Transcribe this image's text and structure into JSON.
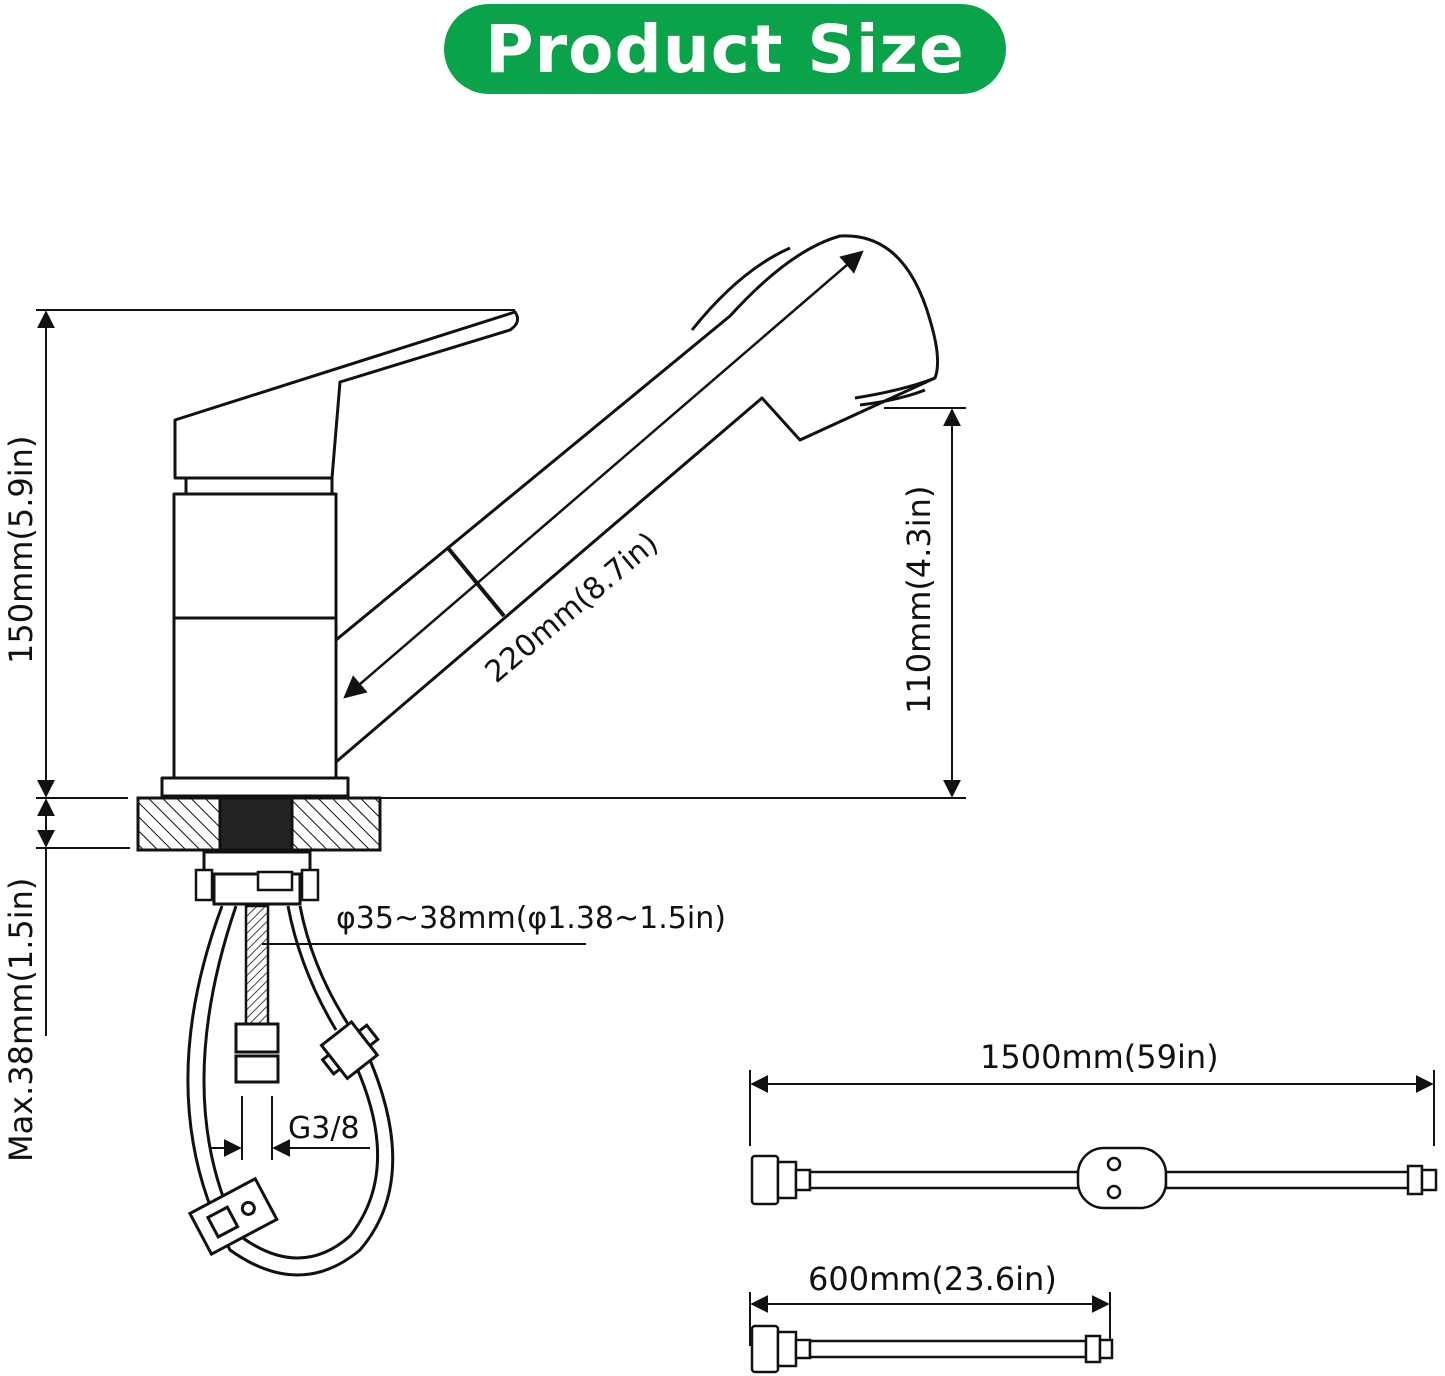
{
  "title": "Product Size",
  "colors": {
    "title_bg": "#0aa34a",
    "title_text": "#ffffff",
    "line": "#111111"
  },
  "dimensions": {
    "total_height": "150mm(5.9in)",
    "spout_length": "220mm(8.7in)",
    "spout_height": "110mm(4.3in)",
    "max_deck_thickness": "Max.38mm(1.5in)",
    "hole_diameter": "φ35~38mm(φ1.38~1.5in)",
    "thread": "G3/8",
    "long_hose": "1500mm(59in)",
    "short_hose": "600mm(23.6in)"
  },
  "icons": {
    "faucet": "faucet-drawing-icon",
    "long_hose": "long-hose-icon",
    "short_hose": "short-hose-icon"
  }
}
